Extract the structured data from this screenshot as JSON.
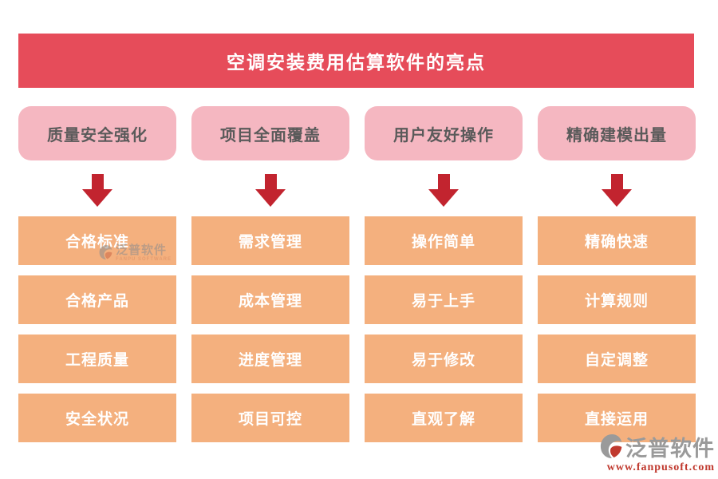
{
  "page": {
    "title": "空调安装费用估算软件的亮点"
  },
  "colors": {
    "banner_bg": "#e64c5a",
    "banner_text": "#ffffff",
    "header_box_bg": "#f5b7c1",
    "header_box_text": "#5a5a5a",
    "arrow": "#c2242f",
    "item_box_bg": "#f4b07e",
    "item_box_text": "#ffffff",
    "logo_text": "#9a9a9a",
    "logo_url_text": "#c0392e"
  },
  "columns": [
    {
      "header": "质量安全强化",
      "items": [
        "合格标准",
        "合格产品",
        "工程质量",
        "安全状况"
      ]
    },
    {
      "header": "项目全面覆盖",
      "items": [
        "需求管理",
        "成本管理",
        "进度管理",
        "项目可控"
      ]
    },
    {
      "header": "用户友好操作",
      "items": [
        "操作简单",
        "易于上手",
        "易于修改",
        "直观了解"
      ]
    },
    {
      "header": "精确建模出量",
      "items": [
        "精确快速",
        "计算规则",
        "自定调整",
        "直接运用"
      ]
    }
  ],
  "watermark": {
    "brand": "泛普软件",
    "subtitle": "FANPU SOFTWARE"
  },
  "footer_logo": {
    "brand": "泛普软件",
    "url": "www.fanpusoft.com"
  }
}
